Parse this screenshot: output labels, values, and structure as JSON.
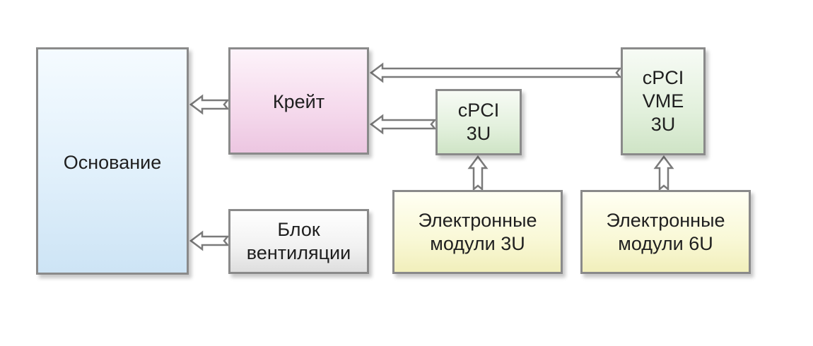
{
  "diagram": {
    "nodes": {
      "base": {
        "lines": [
          "Основание"
        ]
      },
      "crate": {
        "lines": [
          "Крейт"
        ]
      },
      "fan": {
        "lines": [
          "Блок",
          "вентиляции"
        ]
      },
      "cpci_3u": {
        "lines": [
          "cPCI",
          "3U"
        ]
      },
      "cpci_vme": {
        "lines": [
          "cPCI",
          "VME",
          "3U"
        ]
      },
      "mod_3u": {
        "lines": [
          "Электронные",
          "модули 3U"
        ]
      },
      "mod_6u": {
        "lines": [
          "Электронные",
          "модули 6U"
        ]
      }
    },
    "edges": [
      {
        "from": "crate",
        "to": "base"
      },
      {
        "from": "fan",
        "to": "base"
      },
      {
        "from": "cpci_3u",
        "to": "crate"
      },
      {
        "from": "cpci_vme",
        "to": "crate"
      },
      {
        "from": "mod_3u",
        "to": "cpci_3u"
      },
      {
        "from": "mod_6u",
        "to": "cpci_vme"
      }
    ]
  },
  "colors": {
    "border": "#8a8a8a",
    "arrow_fill": "#ffffff",
    "arrow_stroke": "#7a7a7a",
    "base_fill": "#d9ebf8",
    "crate_fill": "#f3d6ea",
    "fan_fill": "#eeeeee",
    "cpci_fill": "#dcecd6",
    "module_fill": "#f7f6cf"
  }
}
